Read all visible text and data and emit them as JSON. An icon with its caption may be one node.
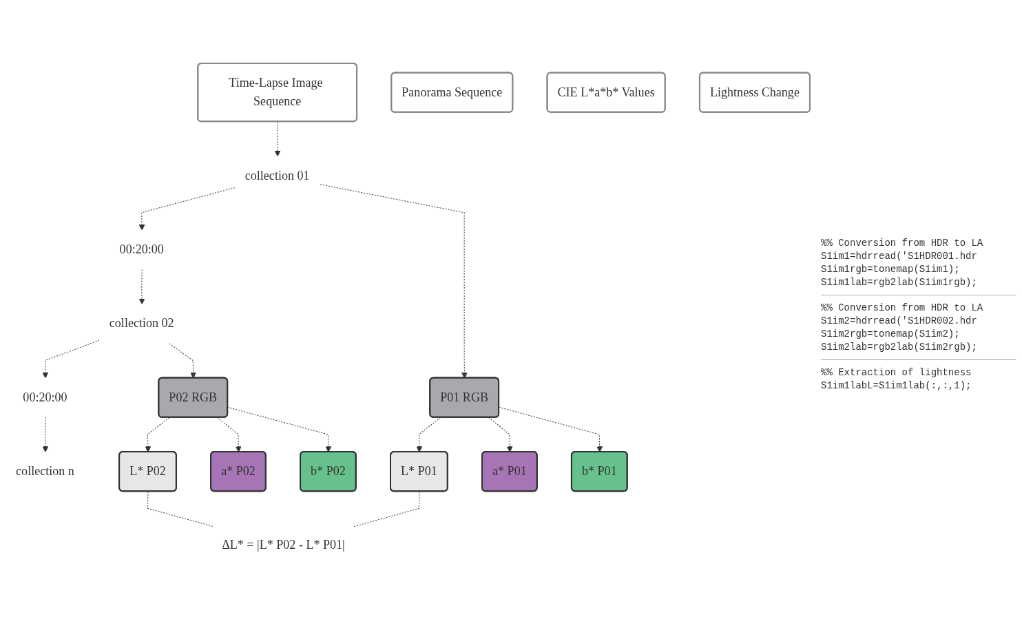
{
  "diagram": {
    "nodes": [
      {
        "text": [
          "Time-Lapse Image Sequence"
        ]
      },
      {
        "text": [
          "Panorama Sequence"
        ]
      },
      {
        "text": [
          "CIE L*a*b* Values"
        ]
      },
      {
        "text": [
          "Lightness Change"
        ]
      },
      {
        "text": [
          "collection 01"
        ]
      },
      {
        "text": [
          "00:20:00"
        ]
      },
      {
        "text": [
          "collection 02"
        ]
      },
      {
        "text": [
          "00:20:00"
        ]
      },
      {
        "text": [
          "collection n"
        ]
      },
      {
        "text": [
          "P01 RGB"
        ]
      },
      {
        "text": [
          "P02 RGB"
        ]
      },
      {
        "text": [
          "L* P01"
        ]
      },
      {
        "text": [
          "a* P01"
        ]
      },
      {
        "text": [
          "b* P01"
        ]
      },
      {
        "text": [
          "L* P02"
        ]
      },
      {
        "text": [
          "a* P02"
        ]
      },
      {
        "text": [
          "b* P02"
        ]
      },
      {
        "text": [
          "ΔL* = |L* P02 - L* P01|"
        ]
      }
    ],
    "edges": [
      {
        "from": 0,
        "to": 4,
        "arrow": "to",
        "style": "dashed"
      },
      {
        "from": 4,
        "to": 5,
        "arrow": "to",
        "style": "dashed"
      },
      {
        "from": 5,
        "to": 6,
        "arrow": "to",
        "style": "dashed"
      },
      {
        "from": 6,
        "to": 7,
        "arrow": "to",
        "style": "dashed"
      },
      {
        "from": 7,
        "to": 8,
        "arrow": "to",
        "style": "dashed"
      },
      {
        "from": 4,
        "to": 9,
        "arrow": "to",
        "style": "dashed"
      },
      {
        "from": 6,
        "to": 10,
        "arrow": "to",
        "style": "dashed"
      },
      {
        "from": 9,
        "to": 11,
        "arrow": "to",
        "style": "dashed"
      },
      {
        "from": 9,
        "to": 12,
        "arrow": "to",
        "style": "dashed"
      },
      {
        "from": 9,
        "to": 13,
        "arrow": "to",
        "style": "dashed"
      },
      {
        "from": 10,
        "to": 14,
        "arrow": "to",
        "style": "dashed"
      },
      {
        "from": 10,
        "to": 15,
        "arrow": "to",
        "style": "dashed"
      },
      {
        "from": 10,
        "to": 16,
        "arrow": "to",
        "style": "dashed"
      },
      {
        "from": 11,
        "to": 17,
        "arrow": "none",
        "style": "dashed"
      },
      {
        "from": 14,
        "to": 17,
        "arrow": "none",
        "style": "dashed"
      }
    ],
    "labels": [
      "%% Conversion from HDR to LA",
      "S1im1=hdrread('S1HDR001.hdr",
      "S1im1rgb=tonemap(S1im1);",
      "S1im1lab=rgb2lab(S1im1rgb);",
      "%% Conversion from HDR to LA",
      "S1im2=hdrread('S1HDR002.hdr",
      "S1im2rgb=tonemap(S1im2);",
      "S1im2lab=rgb2lab(S1im2rgb);",
      "%% Extraction of lightness",
      "S1im1labL=S1im1lab(:,:,1);"
    ]
  }
}
